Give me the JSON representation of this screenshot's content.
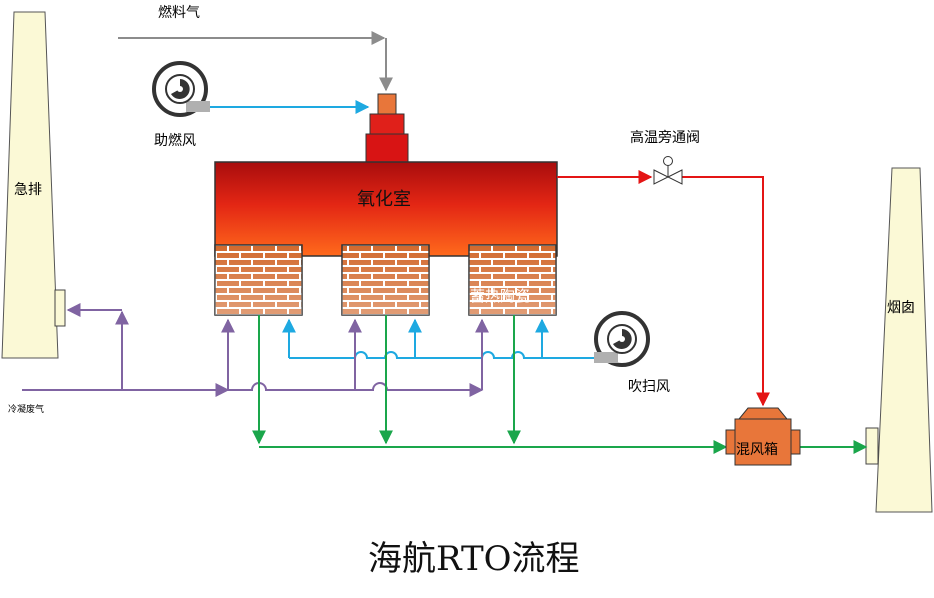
{
  "labels": {
    "fuel_gas": "燃料气",
    "combustion_air": "助燃风",
    "oxidation_chamber": "氧化室",
    "high_temp_bypass_valve": "高温旁通阀",
    "emergency_exhaust": "急排",
    "chimney": "烟囱",
    "waste_gas_inlet": "冷凝废气",
    "purge_air": "吹扫风",
    "regenerative_ceramic": "蓄热陶瓷",
    "mixing_box": "混风箱"
  },
  "title": "海航RTO流程",
  "colors": {
    "fuel_line": "#8c8c8c",
    "air_line": "#1ea9e1",
    "hot_gas_line": "#e41515",
    "waste_gas_line": "#8064a2",
    "clean_gas_line": "#1aa64b",
    "stack_fill": "#fbf9d6",
    "brick": "#d2692d",
    "mixing_box": "#e8763a"
  },
  "icons": {
    "combustion_fan": "fan-icon",
    "purge_fan": "fan-icon",
    "bypass_valve": "valve-icon"
  }
}
